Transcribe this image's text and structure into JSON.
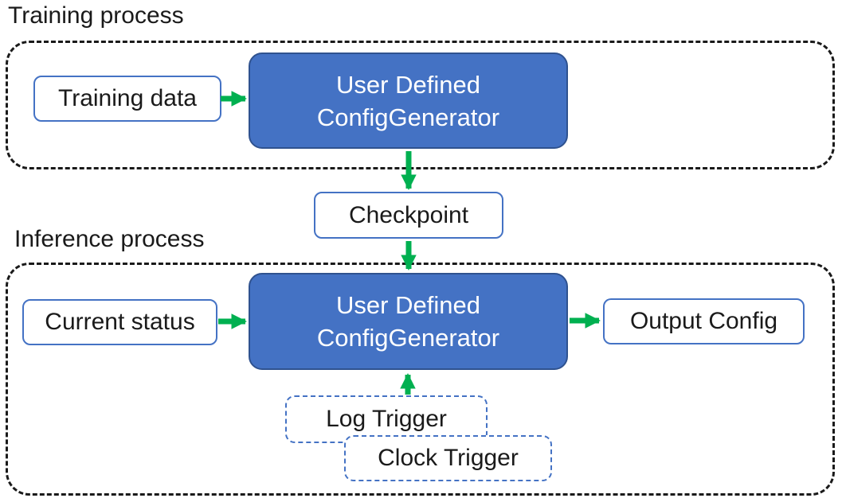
{
  "colors": {
    "accent-blue": "#4472C4",
    "accent-blue-dark": "#2F528F",
    "arrow-green": "#00B050",
    "ink": "#1a1a1a"
  },
  "training": {
    "title": "Training process",
    "input_box_label": "Training data",
    "generator": {
      "line1": "User Defined",
      "line2": "ConfigGenerator"
    }
  },
  "checkpoint_label": "Checkpoint",
  "inference": {
    "title": "Inference process",
    "input_box_label": "Current status",
    "generator": {
      "line1": "User Defined",
      "line2": "ConfigGenerator"
    },
    "output_box_label": "Output Config",
    "log_trigger_label": "Log Trigger",
    "clock_trigger_label": "Clock Trigger"
  }
}
